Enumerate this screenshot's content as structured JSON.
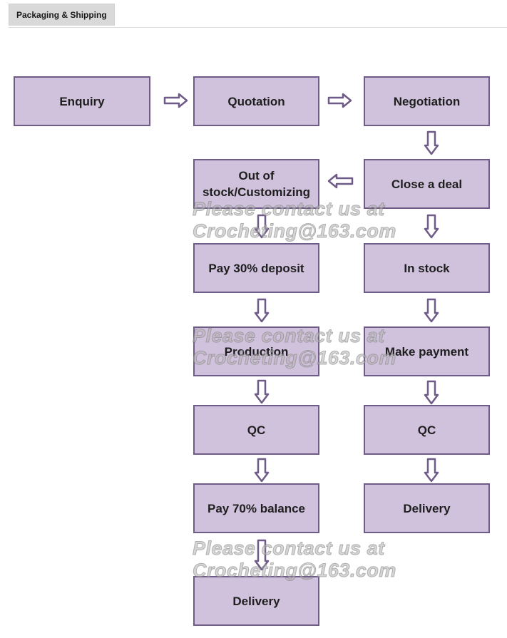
{
  "tab": {
    "label": "Packaging & Shipping"
  },
  "flowchart": {
    "steps": {
      "enquiry": "Enquiry",
      "quotation": "Quotation",
      "negotiation": "Negotiation",
      "close_deal": "Close a deal",
      "out_of_stock": "Out of stock/Customizing",
      "in_stock": "In stock",
      "pay_deposit": "Pay 30% deposit",
      "production": "Production",
      "qc_left": "QC",
      "pay_balance": "Pay 70% balance",
      "delivery_left": "Delivery",
      "make_payment": "Make payment",
      "qc_right": "QC",
      "delivery_right": "Delivery"
    }
  },
  "watermark": {
    "line1": "Please contact us at",
    "line2": "Crocheting@163.com"
  },
  "colors": {
    "box_fill": "#d0c2dc",
    "box_border": "#6e5b87",
    "arrow": "#6e5b87",
    "tab_bg": "#d9d9d9"
  }
}
